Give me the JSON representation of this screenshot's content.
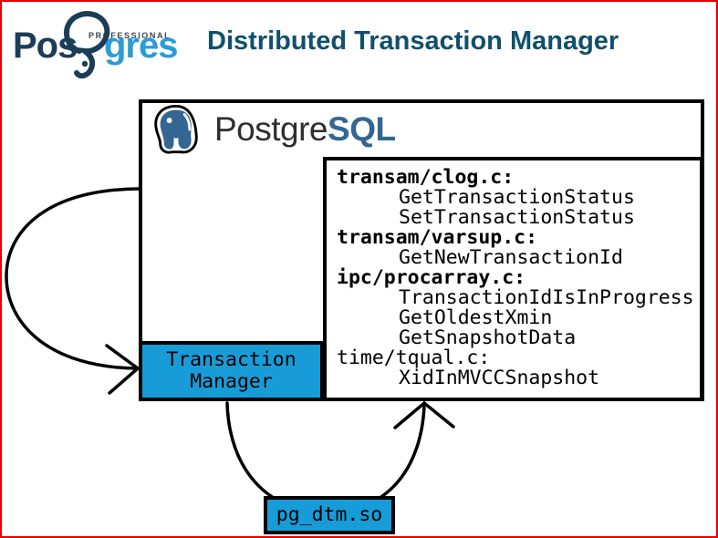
{
  "slide": {
    "title": "Distributed Transaction Manager"
  },
  "pgpro_logo": {
    "brand_prefix": "Pos",
    "brand_suffix": "gres",
    "tagline": "PROFESSIONAL"
  },
  "postgres_box": {
    "wordmark_dark": "Postgre",
    "wordmark_blue": "SQL"
  },
  "code_box": {
    "lines": [
      {
        "text": "transam/clog.c:",
        "bold": true,
        "indent": false
      },
      {
        "text": "GetTransactionStatus",
        "bold": false,
        "indent": true
      },
      {
        "text": "SetTransactionStatus",
        "bold": false,
        "indent": true
      },
      {
        "text": "transam/varsup.c:",
        "bold": true,
        "indent": false
      },
      {
        "text": "GetNewTransactionId",
        "bold": false,
        "indent": true
      },
      {
        "text": "ipc/procarray.c:",
        "bold": true,
        "indent": false
      },
      {
        "text": "TransactionIdIsInProgress",
        "bold": false,
        "indent": true
      },
      {
        "text": "GetOldestXmin",
        "bold": false,
        "indent": true
      },
      {
        "text": "GetSnapshotData",
        "bold": false,
        "indent": true
      },
      {
        "text": "time/tqual.c:",
        "bold": false,
        "indent": false
      },
      {
        "text": "XidInMVCCSnapshot",
        "bold": false,
        "indent": true
      }
    ]
  },
  "transaction_manager_box": {
    "label_line1": "Transaction",
    "label_line2": "Manager"
  },
  "pg_dtm_box": {
    "label": "pg_dtm.so"
  },
  "colors": {
    "box_blue": "#189cd8",
    "slide_border_red": "#e60000",
    "title_color": "#10506e",
    "pg_blue": "#336791",
    "logo_dark": "#1b3d57",
    "logo_light": "#2b9cd8",
    "wordmark_dark": "#2e2e2e"
  }
}
